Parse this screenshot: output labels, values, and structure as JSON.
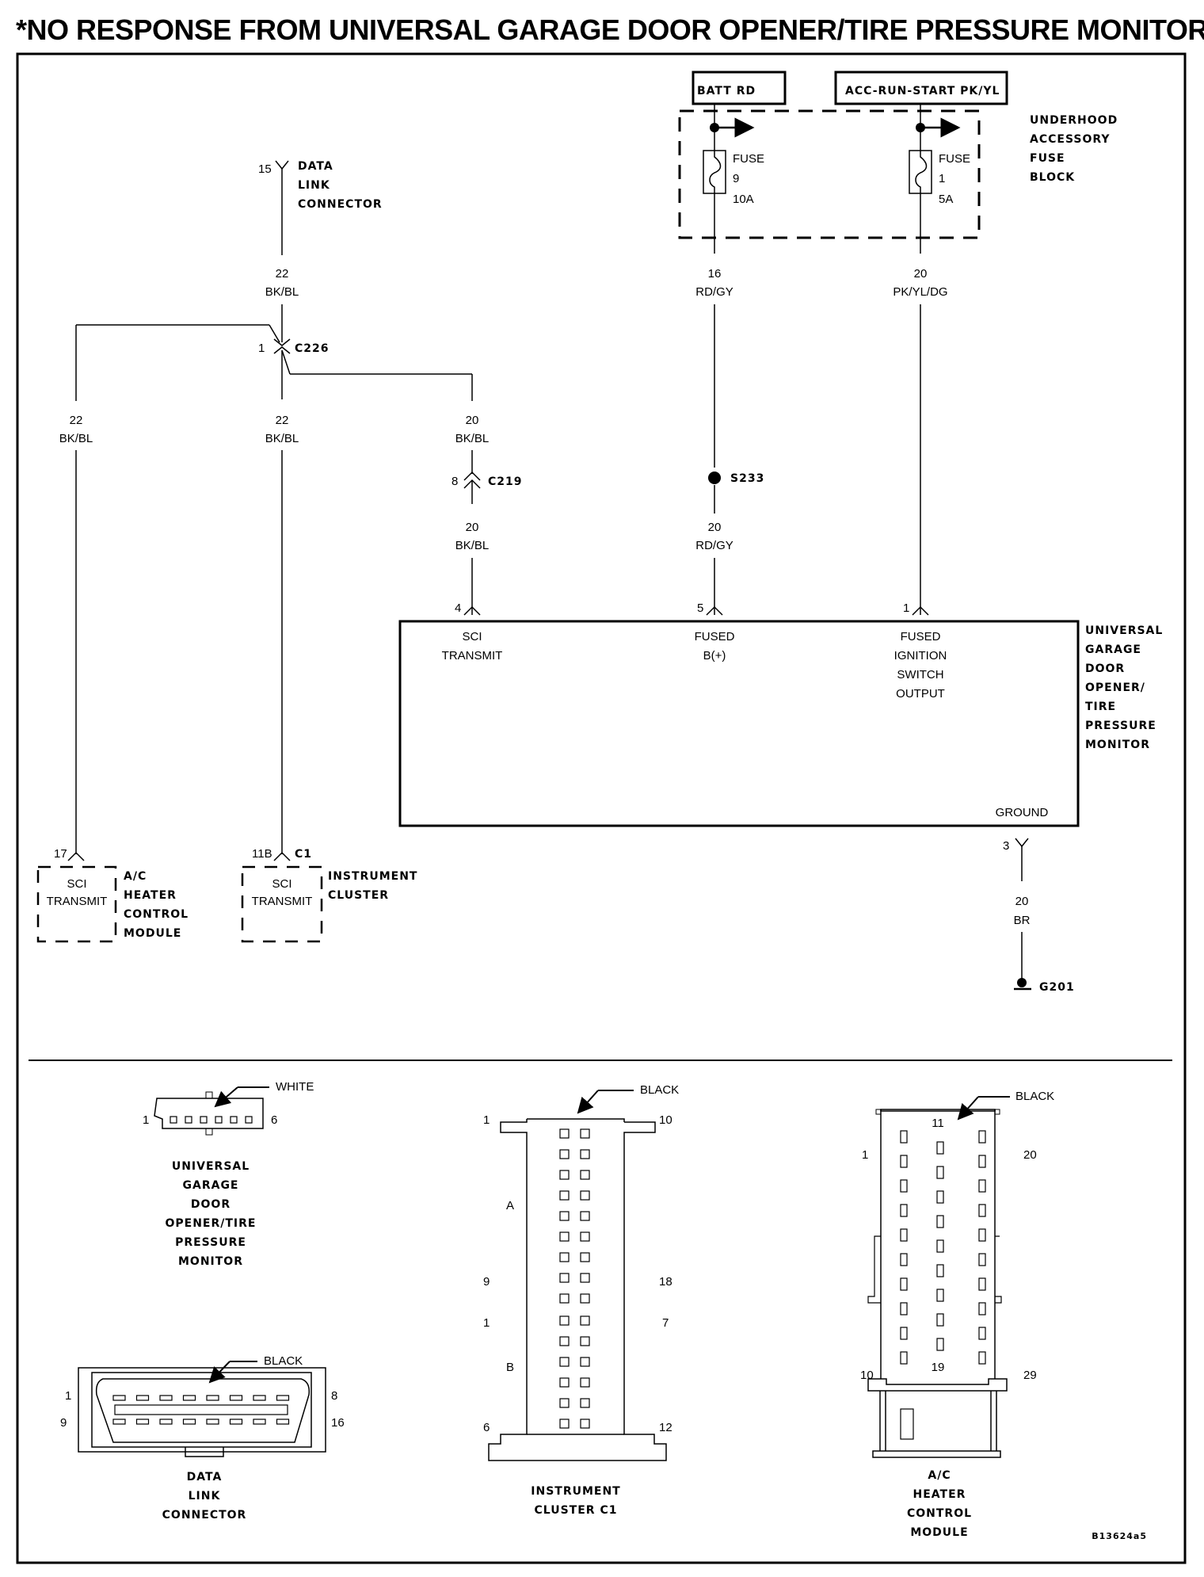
{
  "title": "*NO RESPONSE FROM UNIVERSAL GARAGE DOOR OPENER/TIRE PRESSURE MONITOR",
  "power_sources": {
    "batt": "BATT RD",
    "acc": "ACC-RUN-START PK/YL"
  },
  "fuse_block": {
    "name": [
      "UNDERHOOD",
      "ACCESSORY",
      "FUSE",
      "BLOCK"
    ],
    "fuses": [
      {
        "label": "FUSE",
        "number": "9",
        "rating": "10A"
      },
      {
        "label": "FUSE",
        "number": "1",
        "rating": "5A"
      }
    ]
  },
  "data_link_connector": {
    "pin": "15",
    "name": [
      "DATA",
      "LINK",
      "CONNECTOR"
    ]
  },
  "wires": {
    "dlc_out": {
      "gauge": "22",
      "color": "BK/BL"
    },
    "c226_left": {
      "gauge": "22",
      "color": "BK/BL"
    },
    "c226_mid": {
      "gauge": "22",
      "color": "BK/BL"
    },
    "c226_right": {
      "gauge": "20",
      "color": "BK/BL"
    },
    "c219_out": {
      "gauge": "20",
      "color": "BK/BL"
    },
    "fuse9_out": {
      "gauge": "16",
      "color": "RD/GY"
    },
    "fuse1_out": {
      "gauge": "20",
      "color": "PK/YL/DG"
    },
    "s233_out": {
      "gauge": "20",
      "color": "RD/GY"
    },
    "ground": {
      "gauge": "20",
      "color": "BR"
    }
  },
  "connectors": {
    "c226": {
      "name": "C226",
      "pin": "1"
    },
    "c219": {
      "name": "C219",
      "pin": "8"
    },
    "s233": {
      "name": "S233"
    },
    "g201": {
      "name": "G201"
    }
  },
  "module": {
    "name": [
      "UNIVERSAL",
      "GARAGE",
      "DOOR",
      "OPENER/",
      "TIRE",
      "PRESSURE",
      "MONITOR"
    ],
    "pins": [
      {
        "pin": "4",
        "label": [
          "SCI",
          "TRANSMIT"
        ]
      },
      {
        "pin": "5",
        "label": [
          "FUSED",
          "B(+)"
        ]
      },
      {
        "pin": "1",
        "label": [
          "FUSED",
          "IGNITION",
          "SWITCH",
          "OUTPUT"
        ]
      }
    ],
    "ground_label": "GROUND",
    "ground_pin": "3"
  },
  "hvac_module": {
    "pin": "17",
    "label": [
      "SCI",
      "TRANSMIT"
    ],
    "name": [
      "A/C",
      "HEATER",
      "CONTROL",
      "MODULE"
    ]
  },
  "instrument_cluster": {
    "pin": "11B",
    "connector": "C1",
    "label": [
      "SCI",
      "TRANSMIT"
    ],
    "name": [
      "INSTRUMENT",
      "CLUSTER"
    ]
  },
  "connector_views": {
    "ugdo": {
      "color": "WHITE",
      "pin_first": "1",
      "pin_last": "6",
      "name": [
        "UNIVERSAL",
        "GARAGE",
        "DOOR",
        "OPENER/TIRE",
        "PRESSURE",
        "MONITOR"
      ]
    },
    "dlc": {
      "color": "BLACK",
      "pins": [
        "1",
        "8",
        "9",
        "16"
      ],
      "name": [
        "DATA",
        "LINK",
        "CONNECTOR"
      ]
    },
    "cluster": {
      "color": "BLACK",
      "pins_a": [
        "1",
        "10",
        "9",
        "18"
      ],
      "section_a": "A",
      "pins_b": [
        "1",
        "7",
        "6",
        "12"
      ],
      "section_b": "B",
      "name": [
        "INSTRUMENT",
        "CLUSTER C1"
      ]
    },
    "hvac": {
      "color": "BLACK",
      "pins": [
        "1",
        "11",
        "20",
        "10",
        "19",
        "29"
      ],
      "name": [
        "A/C",
        "HEATER",
        "CONTROL",
        "MODULE"
      ]
    }
  },
  "figure_id": "B13624a5"
}
